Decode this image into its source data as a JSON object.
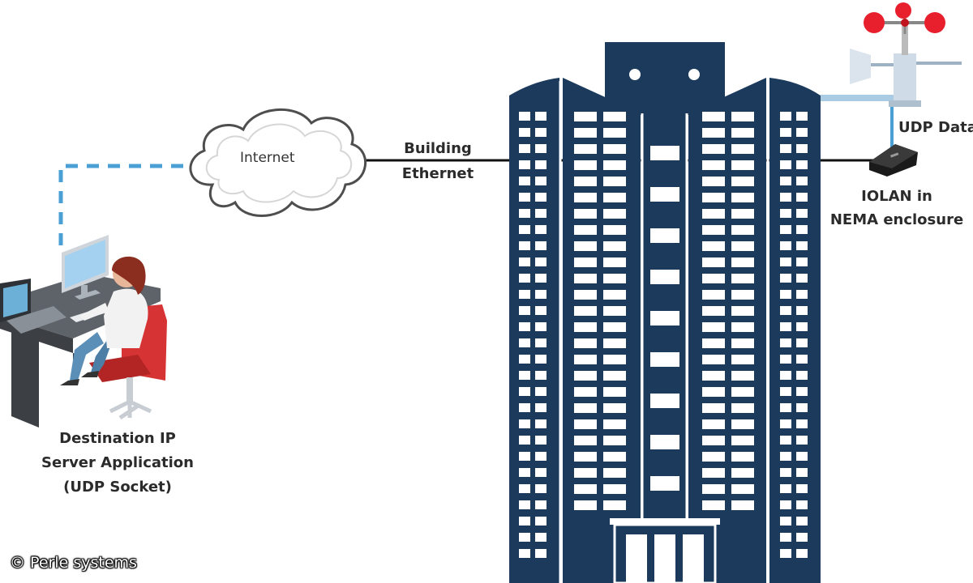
{
  "labels": {
    "internet": "Internet",
    "building_ethernet": [
      "Building",
      "Ethernet"
    ],
    "udp_data": "UDP Data",
    "iolan": [
      "IOLAN in",
      "NEMA enclosure"
    ],
    "destination": [
      "Destination IP",
      "Server Application",
      "(UDP Socket)"
    ]
  },
  "credit": "© Perle systems",
  "colors": {
    "building": "#1b3a5c",
    "window": "#ffffff",
    "dashed_link": "#4a9fd4",
    "solid_link": "#111111",
    "anemometer_cup": "#e8202e",
    "chair": "#d63434",
    "desk": "#3c3f44"
  },
  "icons": {
    "cloud": "cloud-icon",
    "workstation": "person-at-computer-icon",
    "building": "office-tower-icon",
    "sensor": "weather-station-icon",
    "device": "iolan-device-icon"
  }
}
